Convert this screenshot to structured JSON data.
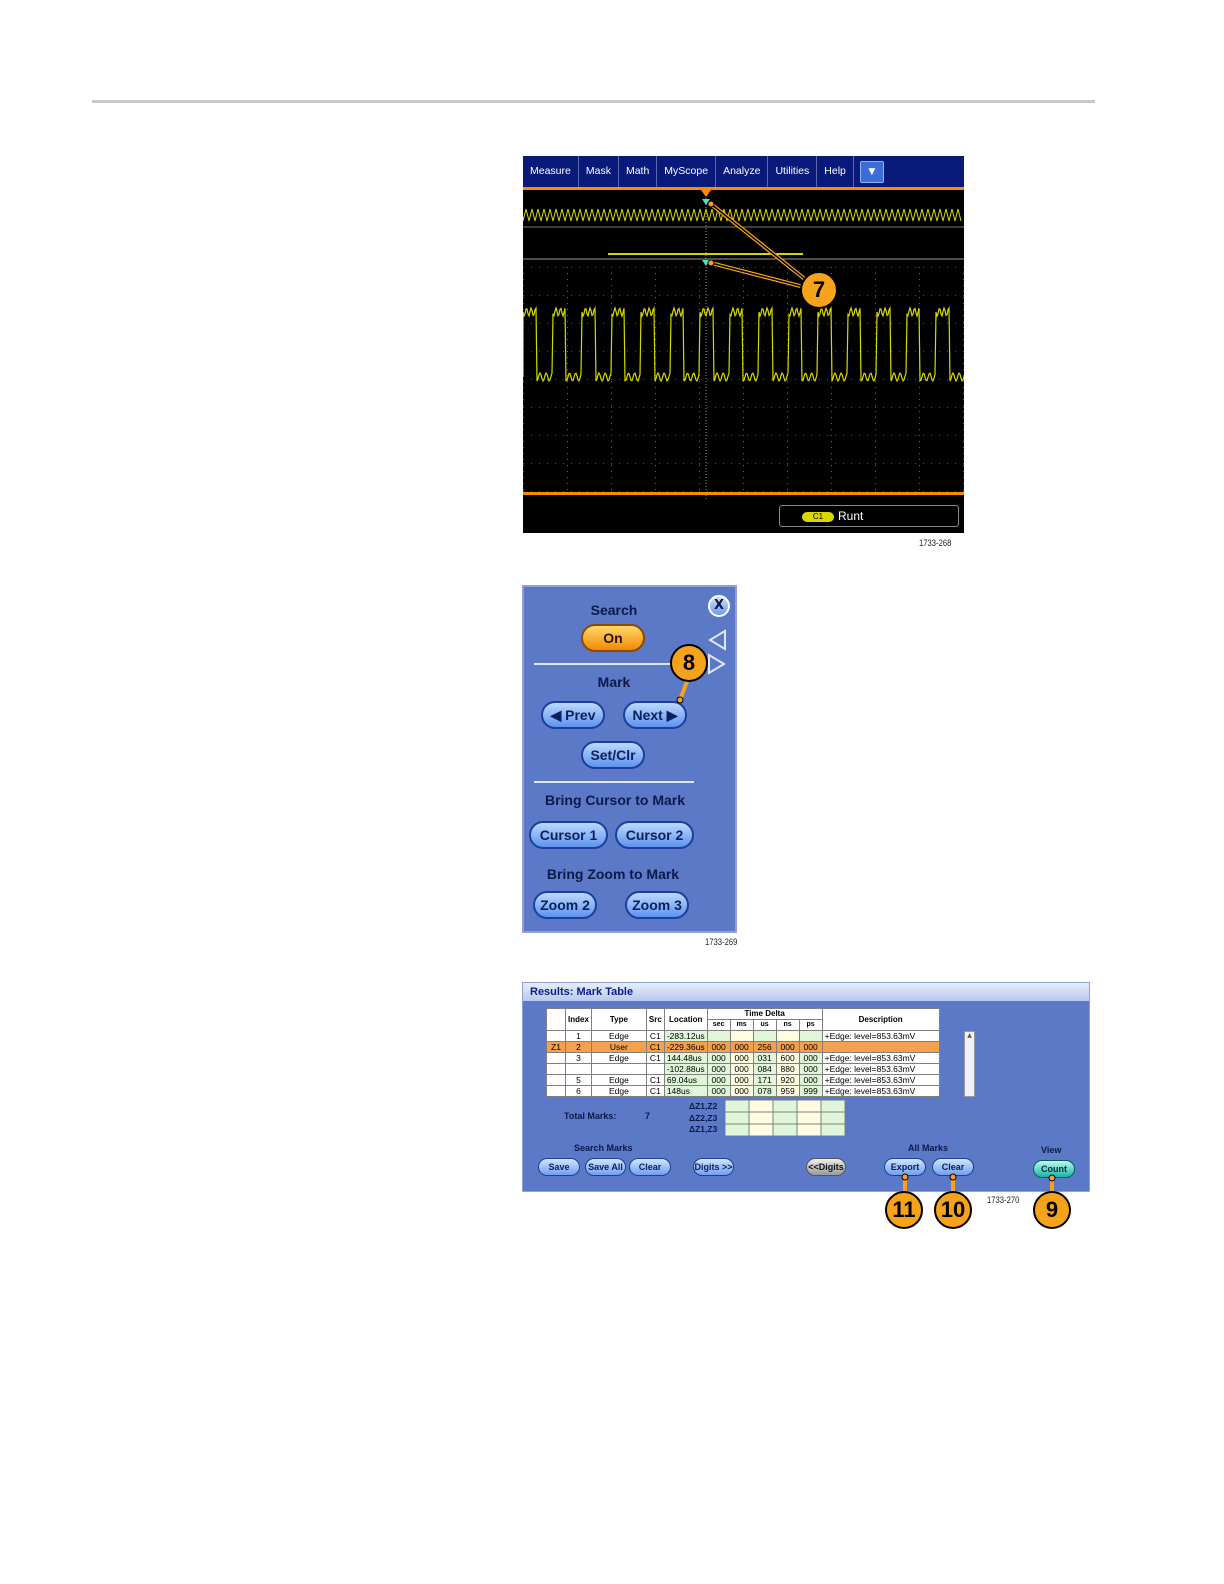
{
  "scope": {
    "menu": [
      "Measure",
      "Mask",
      "Math",
      "MyScope",
      "Analyze",
      "Utilities",
      "Help"
    ],
    "menu_arrow": "▼",
    "trigger_channel": "C1",
    "trigger_label": "Runt",
    "figure_id": "1733-268"
  },
  "search_panel": {
    "search_heading": "Search",
    "on_label": "On",
    "mark_heading": "Mark",
    "prev_label": "◀ Prev",
    "next_label": "Next ▶",
    "setclr_label": "Set/Clr",
    "cursor_heading": "Bring Cursor to Mark",
    "cursor1_label": "Cursor 1",
    "cursor2_label": "Cursor 2",
    "zoom_heading": "Bring Zoom to Mark",
    "zoom2_label": "Zoom 2",
    "zoom3_label": "Zoom 3",
    "close_label": "X",
    "figure_id": "1733-269"
  },
  "mark_table": {
    "title": "Results: Mark Table",
    "headers": {
      "index": "Index",
      "type": "Type",
      "src": "Src",
      "location": "Location",
      "time_delta": "Time Delta",
      "description": "Description"
    },
    "delta_units": [
      "sec",
      "ms",
      "us",
      "ns",
      "ps"
    ],
    "rows": [
      {
        "marker": "",
        "index": "1",
        "type": "Edge",
        "src": "C1",
        "location": "-283.12us",
        "delta": [
          "",
          "",
          "",
          "",
          ""
        ],
        "description": "+Edge: level=853.63mV"
      },
      {
        "marker": "Z1",
        "index": "2",
        "type": "User",
        "src": "C1",
        "location": "-229.36us",
        "delta": [
          "000",
          "000",
          "256",
          "000",
          "000"
        ],
        "description": ""
      },
      {
        "marker": "",
        "index": "3",
        "type": "Edge",
        "src": "C1",
        "location": "144.48us",
        "delta": [
          "000",
          "000",
          "031",
          "600",
          "000"
        ],
        "description": "+Edge: level=853.63mV"
      },
      {
        "marker": "",
        "index": "",
        "type": "",
        "src": "",
        "location": "-102.88us",
        "delta": [
          "000",
          "000",
          "084",
          "880",
          "000"
        ],
        "description": "+Edge: level=853.63mV"
      },
      {
        "marker": "",
        "index": "5",
        "type": "Edge",
        "src": "C1",
        "location": "69.04us",
        "delta": [
          "000",
          "000",
          "171",
          "920",
          "000"
        ],
        "description": "+Edge: level=853.63mV"
      },
      {
        "marker": "",
        "index": "6",
        "type": "Edge",
        "src": "C1",
        "location": "148us",
        "delta": [
          "000",
          "000",
          "078",
          "959",
          "999"
        ],
        "description": "+Edge: level=853.63mV"
      }
    ],
    "total_marks_label": "Total Marks:",
    "total_marks_value": "7",
    "delta_rows": [
      "ΔZ1,Z2",
      "ΔZ2,Z3",
      "ΔZ1,Z3"
    ],
    "search_marks_label": "Search Marks",
    "all_marks_label": "All Marks",
    "view_label": "View",
    "buttons": {
      "save": "Save",
      "save_all": "Save All",
      "clear": "Clear",
      "digits": "Digits >>",
      "less_digits": "<<Digits",
      "export": "Export",
      "clear_all": "Clear",
      "count": "Count"
    },
    "figure_id": "1733-270"
  },
  "callouts": [
    "7",
    "8",
    "9",
    "10",
    "11"
  ],
  "colors": {
    "menubar": "#0a1a7a",
    "panel": "#5b79c7",
    "trace": "#d8d800",
    "callout": "#f7a21b",
    "highlight_row": "#f3a04f"
  }
}
